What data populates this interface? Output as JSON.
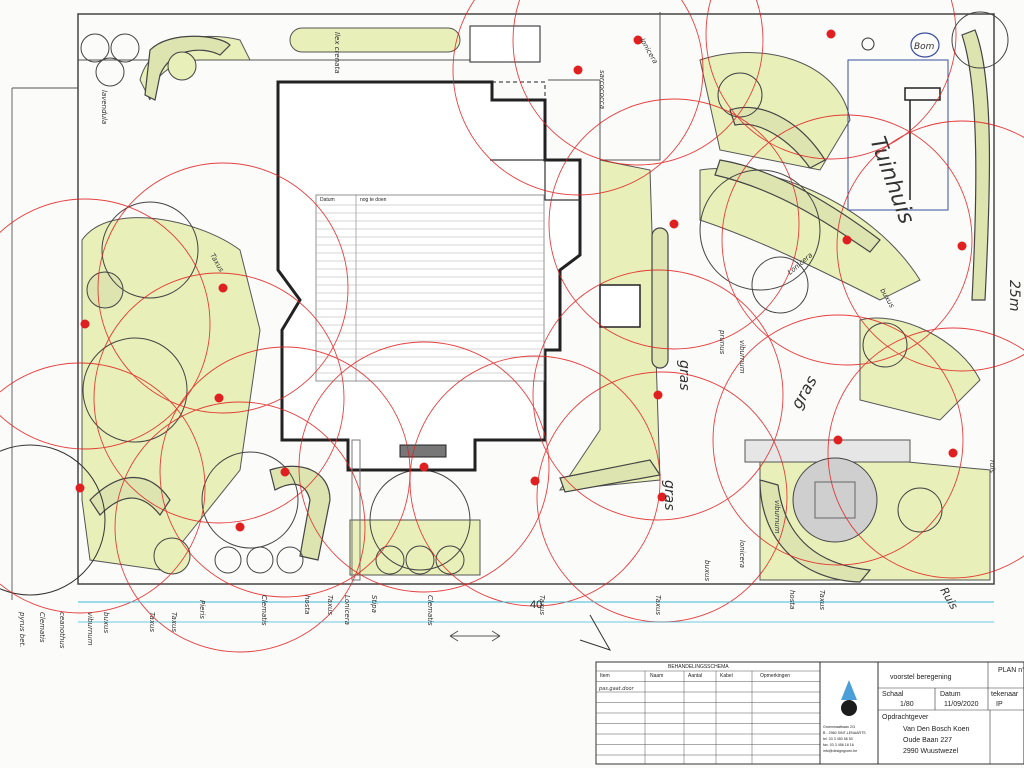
{
  "labels": {
    "top_left": "lavendula",
    "top_strip": "Ilex crenata",
    "top_mid": "sarcococca",
    "top_mid2": "lonicera",
    "garden_house": "Tuinhuis",
    "north_symbol": "Bom",
    "gras1": "gras",
    "gras2": "gras",
    "gras3": "gras",
    "measure_40": "40",
    "measure_right": "25m",
    "ruis": "Ruis",
    "left_hand_1": "pyrus bet.",
    "left_hand_2": "Clematis",
    "left_hand_3": "ceanothus",
    "left_hand_4": "viburnum",
    "left_hand_5": "buxus",
    "left_hand_6": "Taxus",
    "left_hand_7": "Taxus",
    "left_hand_8": "Pieris",
    "bottom_1": "Clematis",
    "bottom_2": "hosta",
    "bottom_3": "Taxus",
    "bottom_4": "Lonicera",
    "bottom_5": "Stipa",
    "bottom_6": "Clematis",
    "bottom_7": "Taxus",
    "bottom_8": "Taxus",
    "bottom_9": "buxus",
    "bottom_10": "lonicera",
    "bottom_11": "viburnum",
    "bottom_12": "hosta",
    "bottom_13": "Taxus",
    "bottom_14": "ruis",
    "right_1": "prunus",
    "right_2": "buxus",
    "right_3": "Lonicera",
    "right_4": "viburnum",
    "right_5": "Taxus"
  },
  "todo_table": {
    "col1": "Datum",
    "col2": "nog te doen"
  },
  "schedule": {
    "title": "BEHANDELINGSSCHEMA",
    "headers": [
      "Item",
      "Naam",
      "Aantal",
      "Kabel",
      "Opmerkingen"
    ],
    "first_row": "pas.gaat.door"
  },
  "company": {
    "lines": [
      "Groenmaatbaan 2/3",
      "B - 2960 SINT-LENAARTS",
      "tel. 03 3 450 56 50",
      "fax. 03 3 456 18 16",
      "info@designgroen.be"
    ]
  },
  "title_block": {
    "plan_label": "PLAN n°",
    "plan_title": "voorstel beregening",
    "schaal_label": "Schaal",
    "schaal_value": "1/80",
    "datum_label": "Datum",
    "datum_value": "11/09/2020",
    "tekenaar_label": "tekenaar",
    "tekenaar_value": "IP",
    "opdrachtgever_label": "Opdrachtgever",
    "client_name": "Van Den Bosch Koen",
    "client_street": "Oude Baan 227",
    "client_city": "2990 Wuustwezel"
  },
  "colors": {
    "sprinkler": "#e02020",
    "plant_fill": "#e8efb8",
    "line": "#333333",
    "measure": "#3fb8d8",
    "house_line": "#222222",
    "shed_blue": "#3a4fa0"
  }
}
